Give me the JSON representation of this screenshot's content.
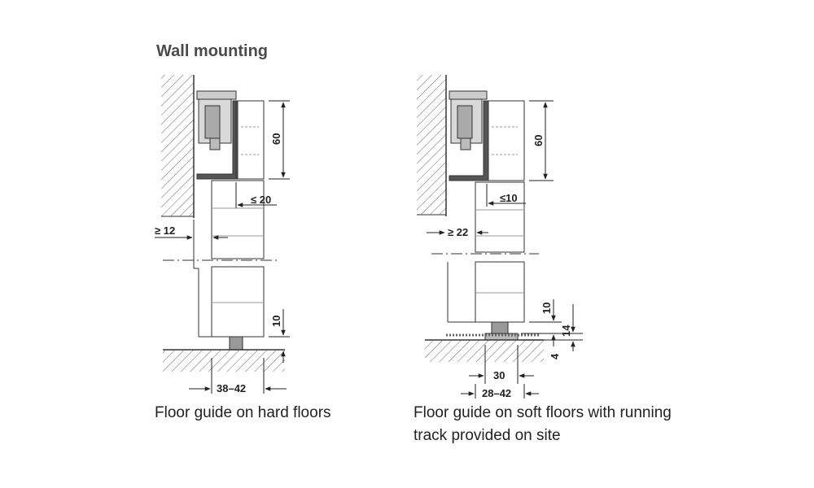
{
  "title": "Wall mounting",
  "left": {
    "caption": "Floor guide on hard floors",
    "dims": {
      "height": "60",
      "gap_top": "≤ 20",
      "wall_gap": "≥ 12",
      "floor_gap": "10",
      "width": "38–42"
    }
  },
  "right": {
    "caption_line1": "Floor guide on soft floors with running",
    "caption_line2": "track provided on site",
    "dims": {
      "height": "60",
      "gap_top": "≤10",
      "wall_gap": "≥ 22",
      "floor_gap": "10",
      "track_height": "14",
      "track_depth": "4",
      "inner_width": "30",
      "width": "28–42"
    }
  },
  "colors": {
    "line": "#333333",
    "hatch": "#555555",
    "title": "#4a4a4a"
  }
}
